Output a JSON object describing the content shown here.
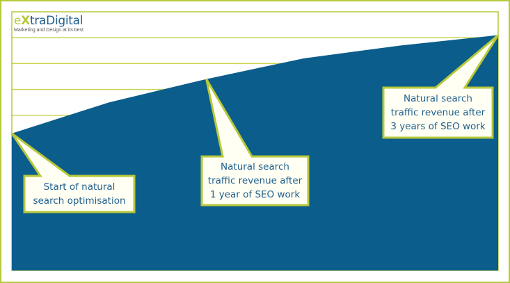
{
  "logo": {
    "prefix": "e",
    "x_mark": "X",
    "suffix": "traDigital",
    "tagline": "Marketing and Design at its best",
    "color_green": "#b7c83a",
    "color_dark": "#1f5f8c"
  },
  "colors": {
    "area_fill": "#0b5d8b",
    "border": "#b7c83a",
    "grid_line": "#c9d44f",
    "callout_fill": "#fffff4",
    "callout_text": "#1f5f8c"
  },
  "chart_data": {
    "type": "area",
    "title": "",
    "xlabel": "",
    "ylabel": "",
    "x": [
      0,
      1,
      2,
      3,
      4,
      5
    ],
    "values": [
      53,
      65,
      74,
      82,
      87,
      91
    ],
    "ylim": [
      0,
      100
    ],
    "grid": true,
    "annotations": [
      {
        "id": "start",
        "lines": [
          "Start of natural",
          "search optimisation"
        ],
        "x": 0,
        "y": 53
      },
      {
        "id": "year1",
        "lines": [
          "Natural search",
          "traffic revenue  after",
          "1 year of SEO work"
        ],
        "x": 2,
        "y": 74
      },
      {
        "id": "year3",
        "lines": [
          "Natural search",
          "traffic revenue  after",
          "3 years of SEO work"
        ],
        "x": 5,
        "y": 91
      }
    ]
  }
}
